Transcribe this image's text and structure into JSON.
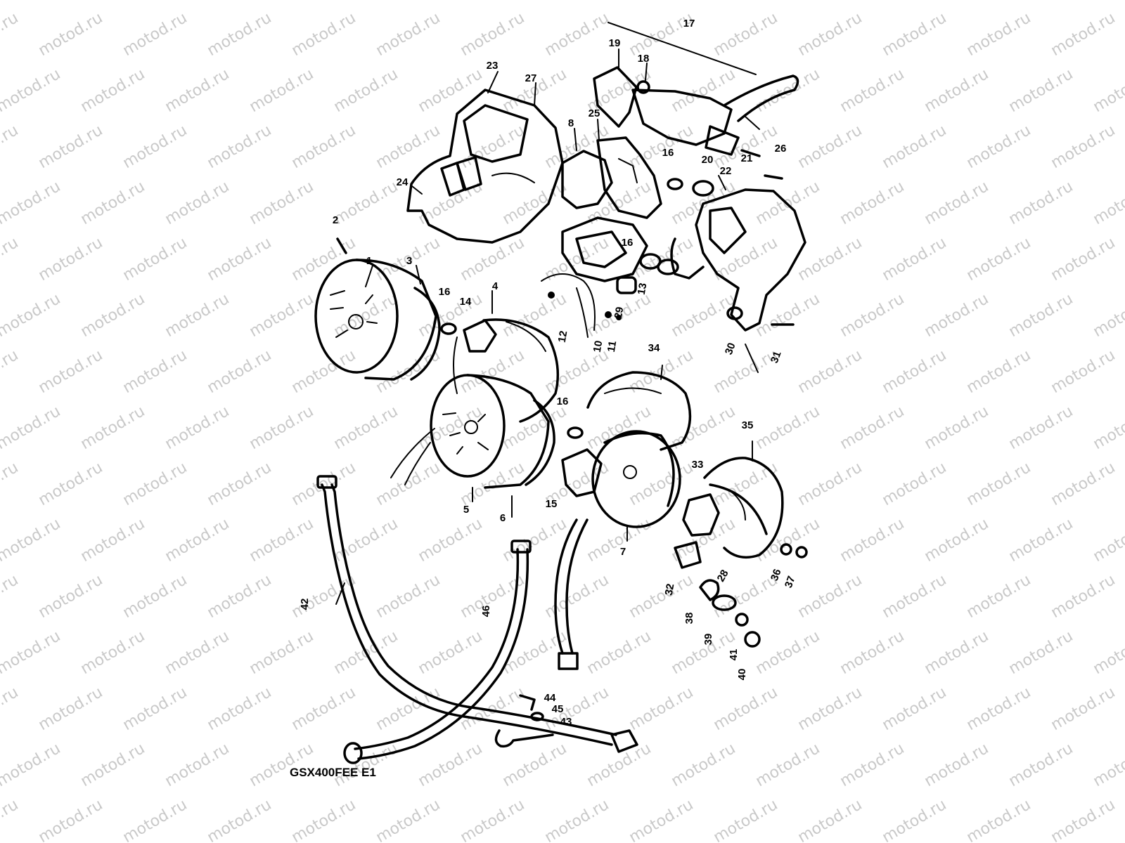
{
  "diagram": {
    "drawing_code": "GSX400FEE E1",
    "watermark_text": "motod.ru",
    "callouts": [
      {
        "id": "c17",
        "label": "17"
      },
      {
        "id": "c19",
        "label": "19"
      },
      {
        "id": "c18",
        "label": "18"
      },
      {
        "id": "c23",
        "label": "23"
      },
      {
        "id": "c27",
        "label": "27"
      },
      {
        "id": "c8",
        "label": "8"
      },
      {
        "id": "c25",
        "label": "25"
      },
      {
        "id": "c24",
        "label": "24"
      },
      {
        "id": "c16a",
        "label": "16"
      },
      {
        "id": "c20",
        "label": "20"
      },
      {
        "id": "c21",
        "label": "21"
      },
      {
        "id": "c26",
        "label": "26"
      },
      {
        "id": "c22",
        "label": "22"
      },
      {
        "id": "c2",
        "label": "2"
      },
      {
        "id": "c1",
        "label": "1"
      },
      {
        "id": "c3",
        "label": "3"
      },
      {
        "id": "c16b",
        "label": "16"
      },
      {
        "id": "c13",
        "label": "13"
      },
      {
        "id": "c29",
        "label": "29"
      },
      {
        "id": "c16c",
        "label": "16"
      },
      {
        "id": "c14",
        "label": "14"
      },
      {
        "id": "c4",
        "label": "4"
      },
      {
        "id": "c12",
        "label": "12"
      },
      {
        "id": "c10",
        "label": "10"
      },
      {
        "id": "c11",
        "label": "11"
      },
      {
        "id": "c30",
        "label": "30"
      },
      {
        "id": "c31",
        "label": "31"
      },
      {
        "id": "c34",
        "label": "34"
      },
      {
        "id": "c16d",
        "label": "16"
      },
      {
        "id": "c35",
        "label": "35"
      },
      {
        "id": "c33",
        "label": "33"
      },
      {
        "id": "c15",
        "label": "15"
      },
      {
        "id": "c5",
        "label": "5"
      },
      {
        "id": "c6",
        "label": "6"
      },
      {
        "id": "c7",
        "label": "7"
      },
      {
        "id": "c28",
        "label": "28"
      },
      {
        "id": "c32",
        "label": "32"
      },
      {
        "id": "c36",
        "label": "36"
      },
      {
        "id": "c37",
        "label": "37"
      },
      {
        "id": "c38",
        "label": "38"
      },
      {
        "id": "c39",
        "label": "39"
      },
      {
        "id": "c41",
        "label": "41"
      },
      {
        "id": "c40",
        "label": "40"
      },
      {
        "id": "c42",
        "label": "42"
      },
      {
        "id": "c46",
        "label": "46"
      },
      {
        "id": "c44",
        "label": "44"
      },
      {
        "id": "c45",
        "label": "45"
      },
      {
        "id": "c43",
        "label": "43"
      }
    ]
  }
}
